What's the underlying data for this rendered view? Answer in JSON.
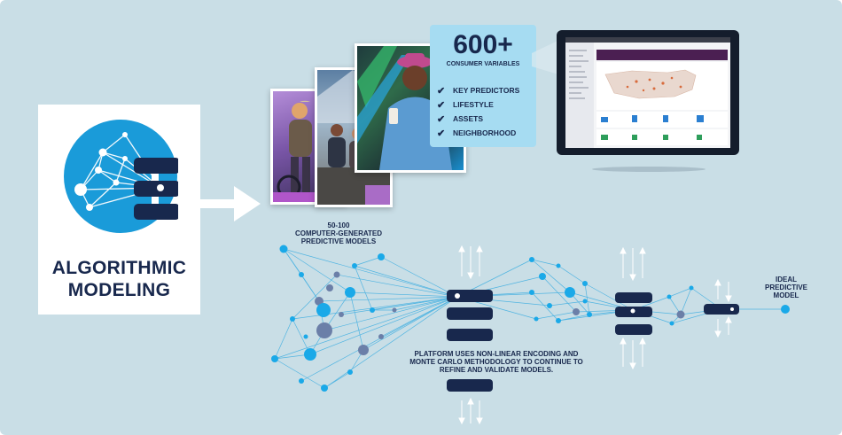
{
  "left_card": {
    "title_line1": "ALGORITHMIC",
    "title_line2": "MODELING"
  },
  "variables_box": {
    "count": "600+",
    "subtitle": "CONSUMER VARIABLES",
    "items": [
      "KEY PREDICTORS",
      "LIFESTYLE",
      "ASSETS",
      "NEIGHBORHOOD"
    ]
  },
  "models_label": {
    "line1": "50-100",
    "line2": "COMPUTER-GENERATED",
    "line3": "PREDICTIVE MODELS"
  },
  "platform_label": {
    "line1": "PLATFORM USES NON-LINEAR ENCODING AND",
    "line2": "MONTE CARLO METHODOLOGY TO CONTINUE TO",
    "line3": "REFINE AND VALIDATE MODELS."
  },
  "ideal_label": {
    "line1": "IDEAL",
    "line2": "PREDICTIVE",
    "line3": "MODEL"
  },
  "colors": {
    "background": "#c9dee6",
    "navy": "#18284d",
    "node_blue": "#1aa9e8",
    "node_slate": "#6b7fa8",
    "box_light_blue": "#a6dcf2"
  },
  "icons": {
    "check": "✔",
    "arrow": "arrow-right-icon"
  }
}
